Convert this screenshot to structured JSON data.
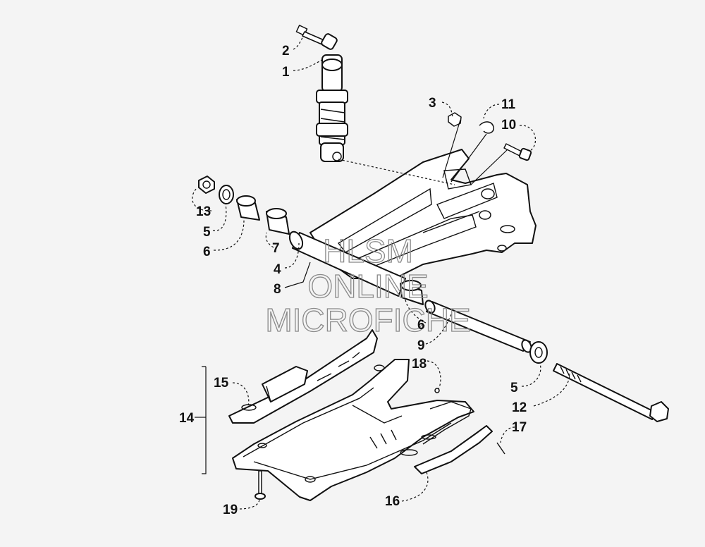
{
  "watermark": {
    "line1": "HLSM",
    "line2": "ONLINE",
    "line3": "MICROFICHE"
  },
  "callouts": {
    "c1": "1",
    "c2": "2",
    "c3": "3",
    "c4": "4",
    "c5a": "5",
    "c5b": "5",
    "c6a": "6",
    "c6b": "6",
    "c7": "7",
    "c8": "8",
    "c9": "9",
    "c10": "10",
    "c11": "11",
    "c12": "12",
    "c13": "13",
    "c14": "14",
    "c15": "15",
    "c16": "16",
    "c17": "17",
    "c18": "18",
    "c19": "19"
  },
  "colors": {
    "background": "#f4f4f4",
    "line": "#111111",
    "watermark": "#8a8a8a"
  }
}
